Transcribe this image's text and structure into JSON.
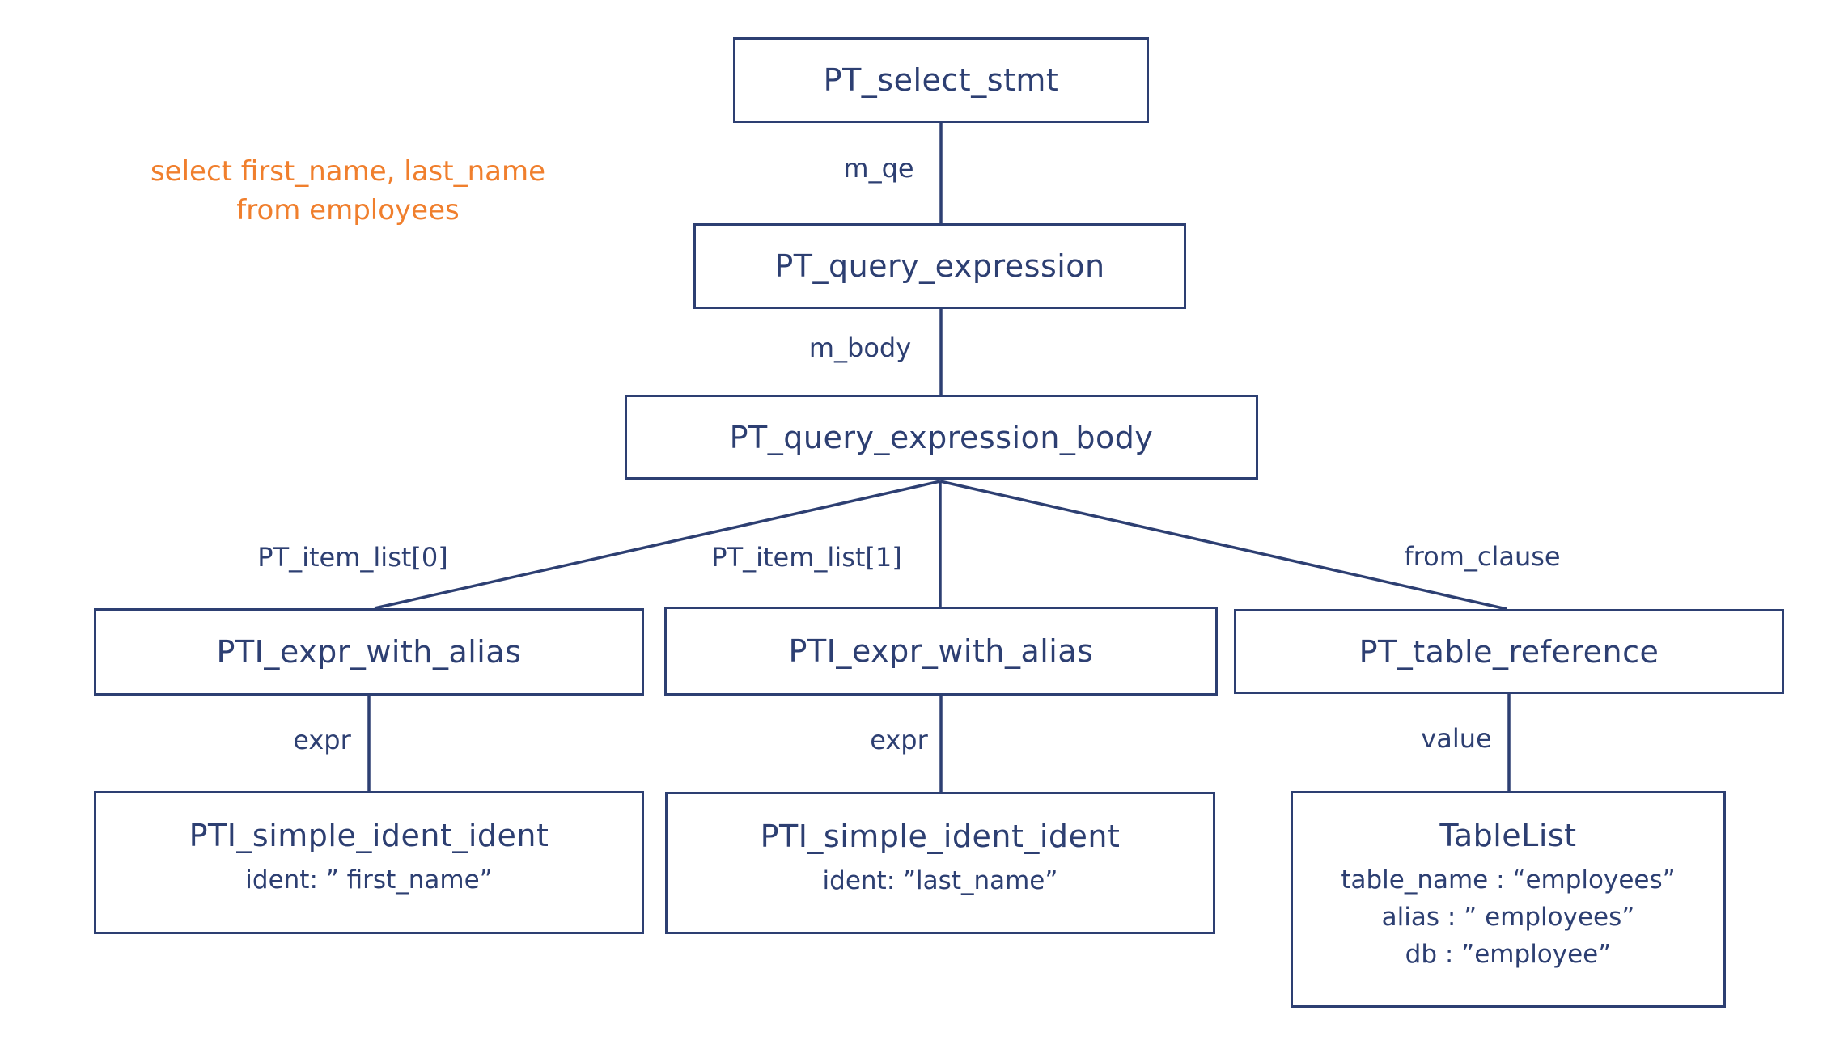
{
  "colors": {
    "ink": "#2d3f72",
    "line": "#2d3f72",
    "annotation": "#f07f2d",
    "background": "#ffffff"
  },
  "annotation": {
    "line1": "select first_name, last_name",
    "line2": "from employees"
  },
  "nodes": {
    "select_stmt": {
      "title": "PT_select_stmt"
    },
    "query_expression": {
      "title": "PT_query_expression"
    },
    "query_expression_body": {
      "title": "PT_query_expression_body"
    },
    "expr_with_alias_0": {
      "title": "PTI_expr_with_alias"
    },
    "expr_with_alias_1": {
      "title": "PTI_expr_with_alias"
    },
    "table_reference": {
      "title": "PT_table_reference"
    },
    "simple_ident_0": {
      "title": "PTI_simple_ident_ident",
      "prop": "ident: ” first_name”"
    },
    "simple_ident_1": {
      "title": "PTI_simple_ident_ident",
      "prop": "ident: ”last_name”"
    },
    "table_list": {
      "title": "TableList",
      "props": [
        "table_name : “employees”",
        "alias : ” employees”",
        "db : ”employee”"
      ]
    }
  },
  "edges": {
    "m_qe": "m_qe",
    "m_body": "m_body",
    "item_list_0": "PT_item_list[0]",
    "item_list_1": "PT_item_list[1]",
    "from_clause": "from_clause",
    "expr_0": "expr",
    "expr_1": "expr",
    "value": "value"
  }
}
